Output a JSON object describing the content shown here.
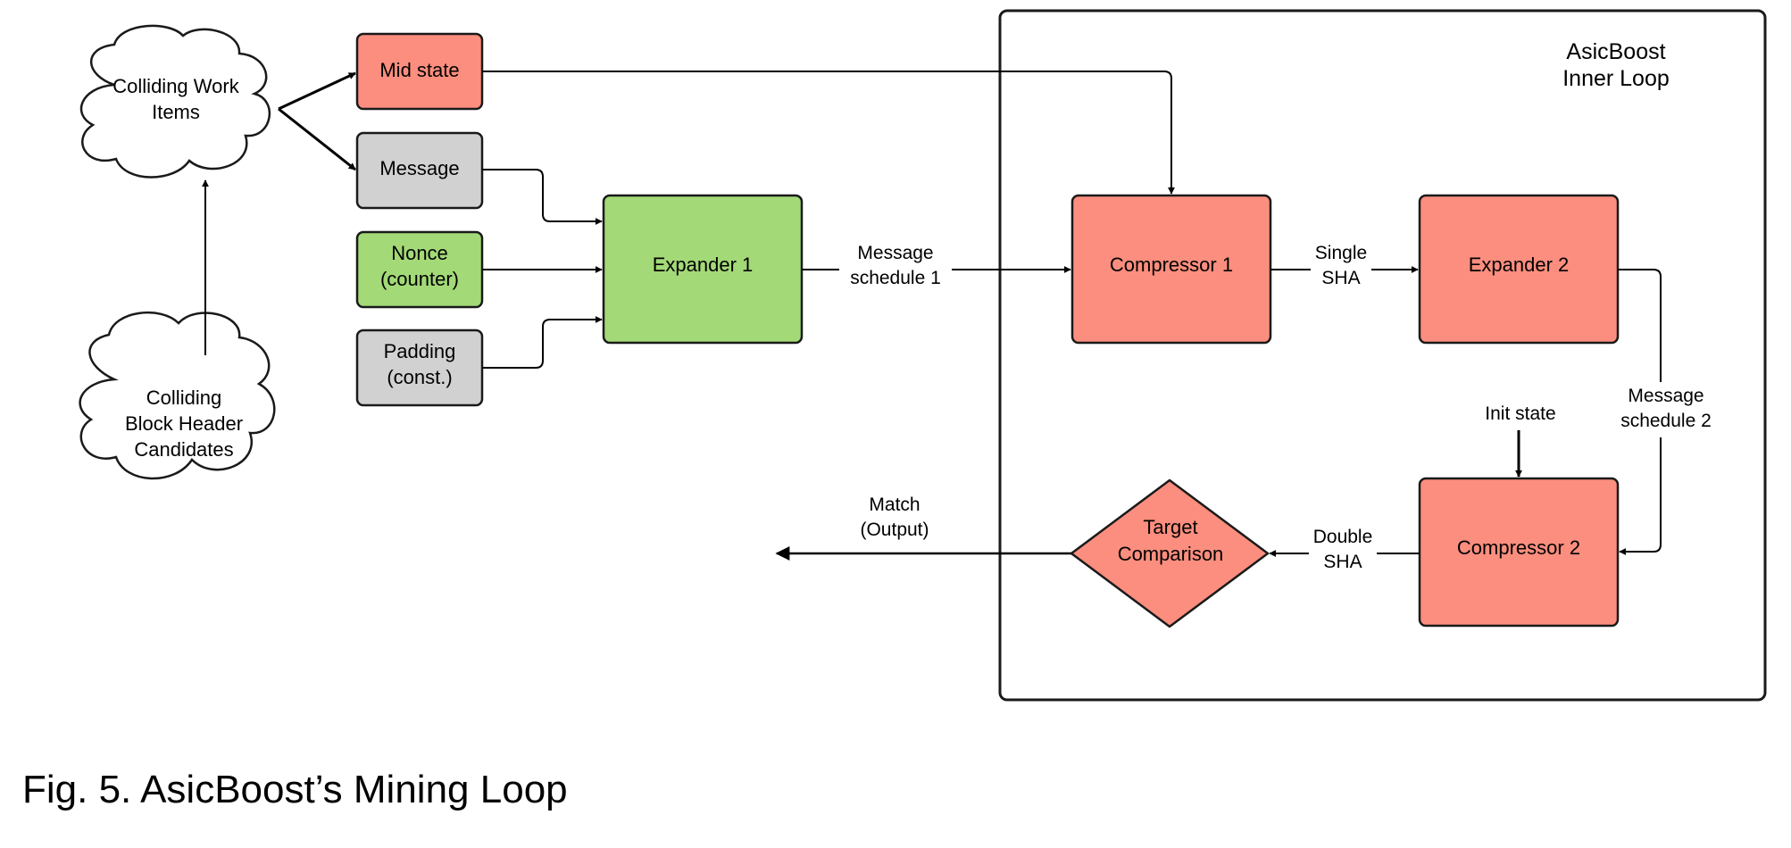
{
  "diagram": {
    "colors": {
      "red": "#FB8E7E",
      "green": "#A3D977",
      "gray": "#D1D1D1",
      "stroke": "#1a1a1a"
    },
    "clouds": {
      "colliding_work_items": [
        "Colliding Work",
        "Items"
      ],
      "block_header_candidates": [
        "Colliding",
        "Block Header",
        "Candidates"
      ]
    },
    "inputs": {
      "mid_state": [
        "Mid state"
      ],
      "message": [
        "Message"
      ],
      "nonce": [
        "Nonce",
        "(counter)"
      ],
      "padding": [
        "Padding",
        "(const.)"
      ]
    },
    "inner_loop_title": [
      "AsicBoost",
      "Inner Loop"
    ],
    "nodes": {
      "expander_1": [
        "Expander 1"
      ],
      "compressor_1": [
        "Compressor 1"
      ],
      "expander_2": [
        "Expander 2"
      ],
      "compressor_2": [
        "Compressor 2"
      ],
      "target_comparison": [
        "Target",
        "Comparison"
      ]
    },
    "edge_labels": {
      "message_schedule_1": [
        "Message",
        "schedule 1"
      ],
      "single_sha": [
        "Single",
        "SHA"
      ],
      "message_schedule_2": [
        "Message",
        "schedule 2"
      ],
      "init_state": [
        "Init state"
      ],
      "double_sha": [
        "Double",
        "SHA"
      ],
      "match_output": [
        "Match",
        "(Output)"
      ]
    }
  },
  "caption": "Fig. 5. AsicBoost’s Mining Loop"
}
